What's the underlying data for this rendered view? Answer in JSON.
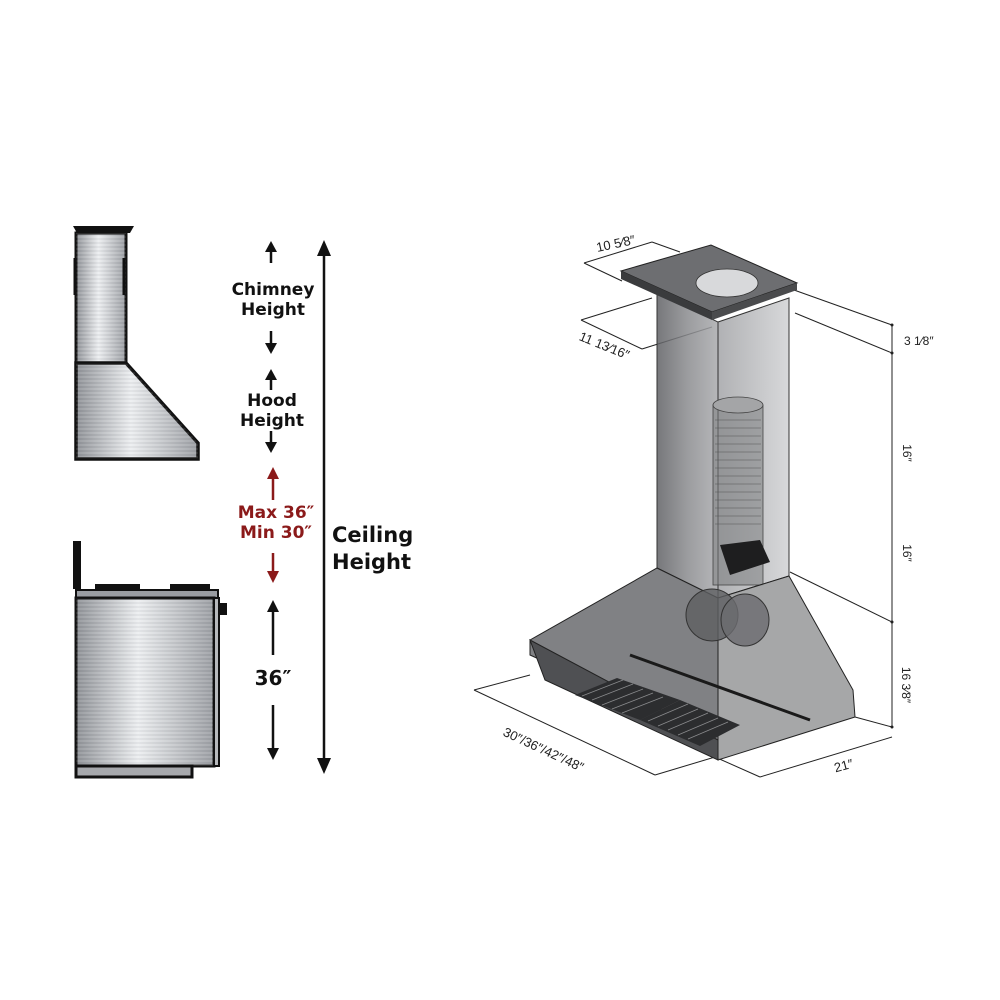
{
  "left_diagram": {
    "labels": {
      "chimney_height": [
        "Chimney",
        "Height"
      ],
      "hood_height": [
        "Hood",
        "Height"
      ],
      "clearance": [
        "Max 36″",
        "Min 30″"
      ],
      "counter_height": "36″",
      "ceiling_height": [
        "Ceiling",
        "Height"
      ]
    },
    "colors": {
      "text": "#111111",
      "clearance": "#8b1a1a",
      "steel_light": "#e6e7e9",
      "steel_dark": "#8d9095",
      "outline": "#111111"
    },
    "icons": [
      "arrow-up-icon",
      "arrow-down-icon",
      "double-arrow-icon"
    ]
  },
  "right_diagram": {
    "dimensions": {
      "top_depth": "10 5⁄8″",
      "chimney_width": "11 13⁄16″",
      "cap_height": "3 1⁄8″",
      "upper_chimney": "16″",
      "lower_chimney": "16″",
      "hood_height": "16 3⁄8″",
      "widths": "30″/36″/42″/48″",
      "depth": "21″"
    },
    "colors": {
      "body": "#6e6f72",
      "body_light": "#b9babc",
      "line": "#222222"
    }
  }
}
